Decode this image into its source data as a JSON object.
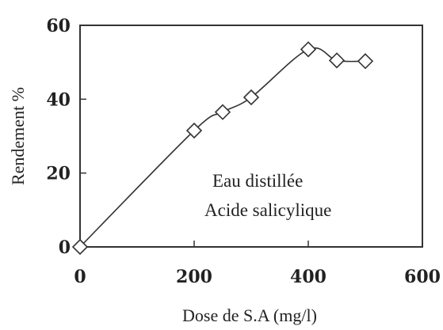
{
  "chart_data": {
    "type": "line",
    "xlabel": "Dose  de S.A (mg/l)",
    "ylabel": "Rendement %",
    "xlim": [
      0,
      600
    ],
    "ylim": [
      0,
      60
    ],
    "x_ticks": [
      0,
      200,
      400,
      600
    ],
    "y_ticks": [
      0,
      20,
      40,
      60
    ],
    "grid": false,
    "marker": "diamond",
    "smooth": true,
    "series": [
      {
        "x": [
          0,
          200,
          250,
          300,
          400,
          450,
          500
        ],
        "y": [
          0,
          31.5,
          36.5,
          40.5,
          53.5,
          50.5,
          50.3
        ]
      }
    ],
    "annotations": [
      "Eau distillée",
      "Acide salicylique"
    ],
    "colors": {
      "line": "#333333",
      "marker": "#333333",
      "axis": "#333333"
    }
  }
}
